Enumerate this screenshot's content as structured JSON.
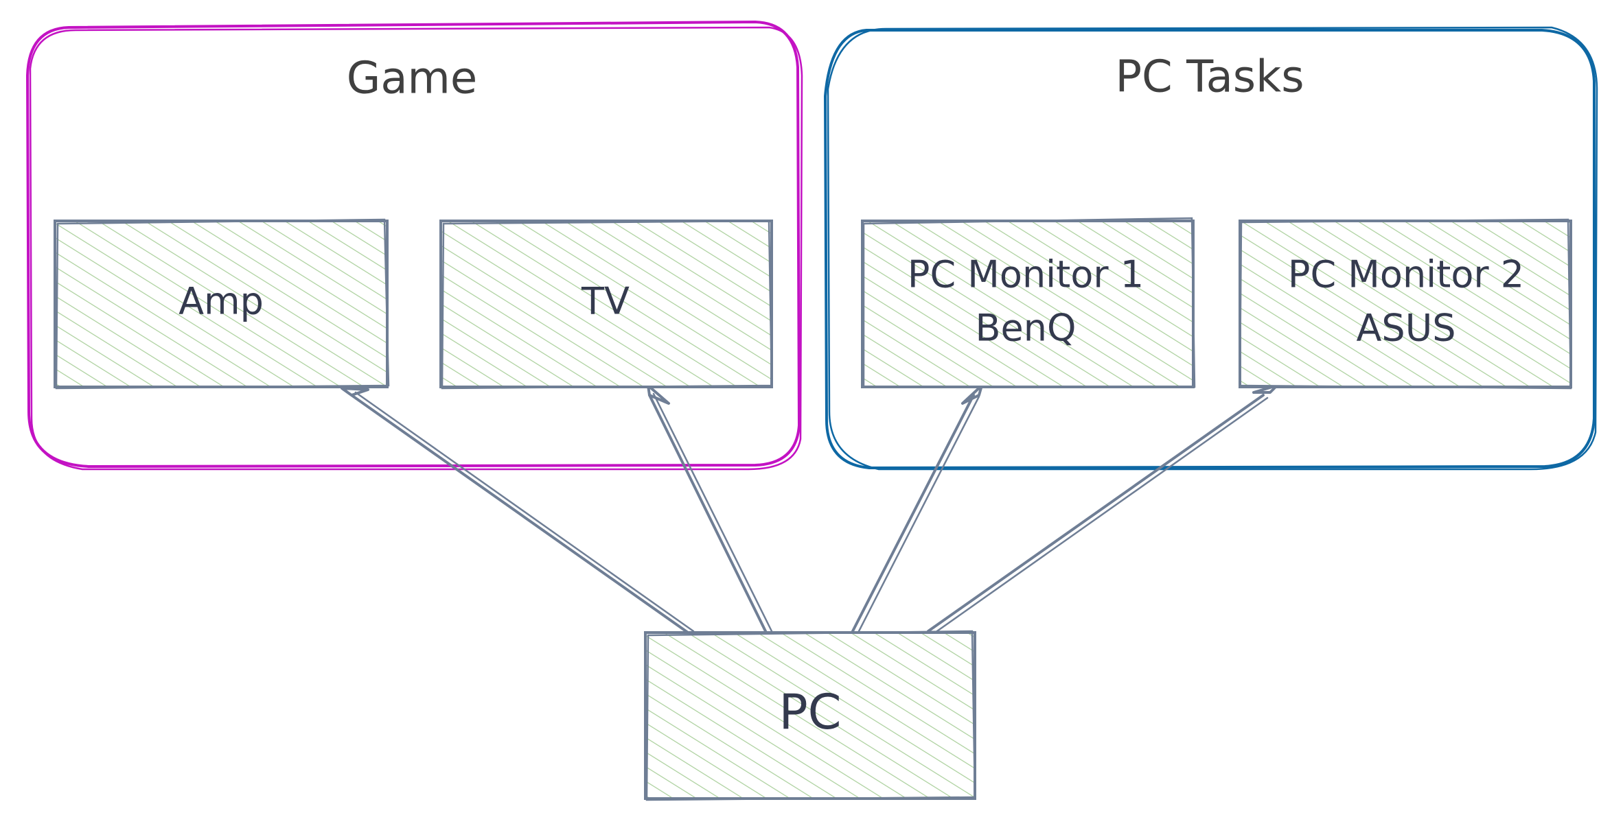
{
  "colors": {
    "group_game": "#c312c3",
    "group_pc_tasks": "#0e68a4",
    "node_stroke": "#6f7e95",
    "node_hatch": "#a9cf9a",
    "text": "#404040"
  },
  "groups": {
    "game": {
      "title": "Game"
    },
    "pc_tasks": {
      "title": "PC Tasks"
    }
  },
  "nodes": {
    "amp": {
      "label": "Amp"
    },
    "tv": {
      "label": "TV"
    },
    "monitor1": {
      "line1": "PC Monitor 1",
      "line2": "BenQ"
    },
    "monitor2": {
      "line1": "PC Monitor 2",
      "line2": "ASUS"
    },
    "pc": {
      "label": "PC"
    }
  },
  "edges": [
    {
      "from": "PC",
      "to": "Amp"
    },
    {
      "from": "PC",
      "to": "TV"
    },
    {
      "from": "PC",
      "to": "PC Monitor 1"
    },
    {
      "from": "PC",
      "to": "PC Monitor 2"
    }
  ]
}
